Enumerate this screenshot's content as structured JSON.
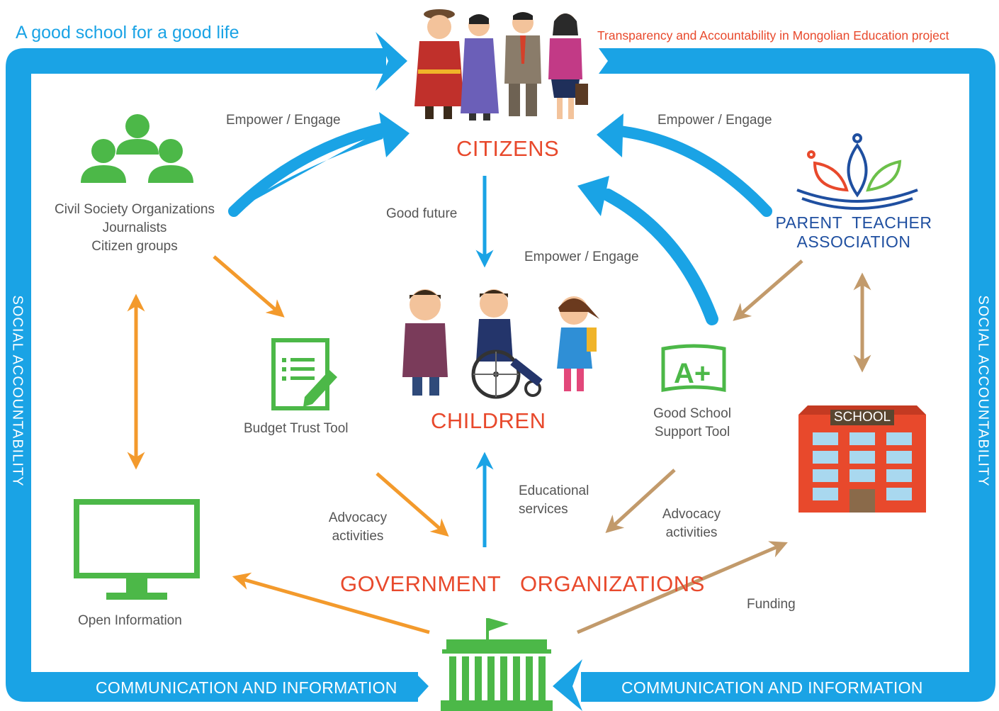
{
  "header": {
    "tagline": "A good school for a good life",
    "project": "Transparency and Accountability in Mongolian Education project"
  },
  "frame": {
    "left_label": "SOCIAL ACCOUNTABILITY",
    "right_label": "SOCIAL ACCOUNTABILITY",
    "bottom_left_label": "COMMUNICATION AND INFORMATION",
    "bottom_right_label": "COMMUNICATION AND INFORMATION"
  },
  "nodes": {
    "citizens": "CITIZENS",
    "children": "CHILDREN",
    "government": "GOVERNMENT   ORGANIZATIONS",
    "cso": [
      "Civil Society Organizations",
      "Journalists",
      "Citizen groups"
    ],
    "pta": [
      "PARENT  TEACHER",
      "ASSOCIATION"
    ],
    "budget_tool": "Budget Trust Tool",
    "good_school_tool": [
      "Good School",
      "Support Tool"
    ],
    "open_information": "Open Information",
    "school_sign": "SCHOOL"
  },
  "edges": {
    "empower_left": "Empower / Engage",
    "empower_right": "Empower / Engage",
    "empower_middle": "Empower / Engage",
    "good_future": "Good future",
    "educational_services": [
      "Educational",
      "services"
    ],
    "advocacy_left": [
      "Advocacy",
      "activities"
    ],
    "advocacy_right": [
      "Advocacy",
      "activities"
    ],
    "funding": "Funding"
  },
  "colors": {
    "frame_blue": "#1aa3e5",
    "accent_red": "#e8492c",
    "icon_green": "#4cb848",
    "arrow_orange": "#f39a2c",
    "arrow_tan": "#c29a6b",
    "label_grey": "#555555"
  }
}
